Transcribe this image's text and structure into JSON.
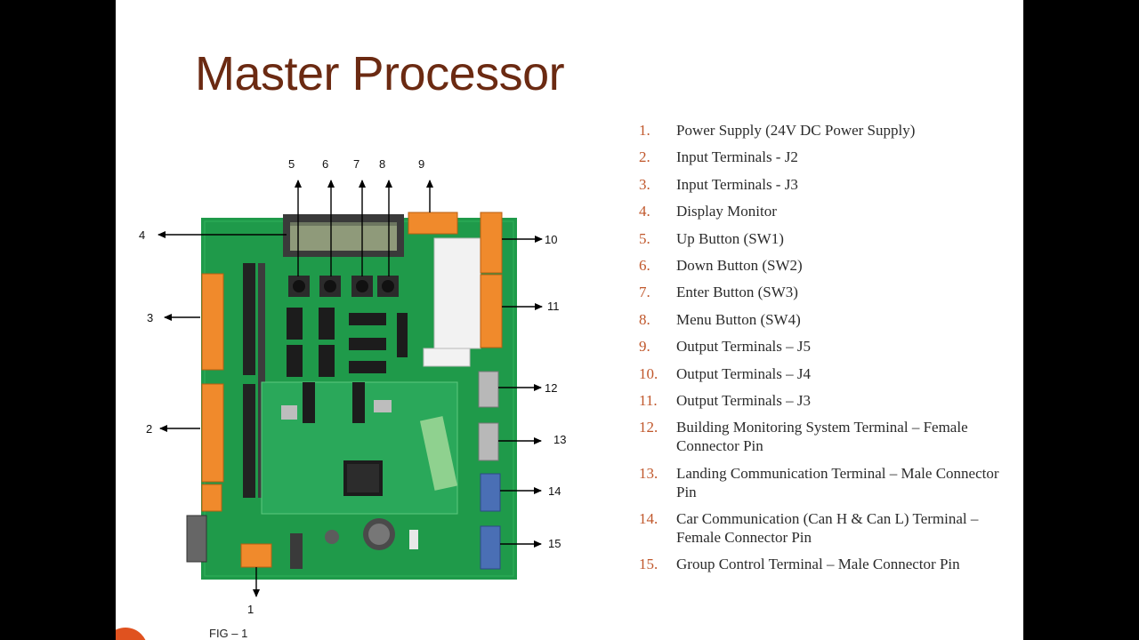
{
  "slide": {
    "title": "Master Processor",
    "figure_caption": "FIG – 1"
  },
  "diagram": {
    "callouts": [
      "1",
      "2",
      "3",
      "4",
      "5",
      "6",
      "7",
      "8",
      "9",
      "10",
      "11",
      "12",
      "13",
      "14",
      "15"
    ]
  },
  "legend": {
    "items": [
      {
        "number": "1.",
        "text": "Power Supply (24V DC Power Supply)"
      },
      {
        "number": "2.",
        "text": "Input Terminals - J2"
      },
      {
        "number": "3.",
        "text": "Input Terminals - J3"
      },
      {
        "number": "4.",
        "text": "Display Monitor"
      },
      {
        "number": "5.",
        "text": "Up Button (SW1)"
      },
      {
        "number": "6.",
        "text": "Down Button (SW2)"
      },
      {
        "number": "7.",
        "text": "Enter Button (SW3)"
      },
      {
        "number": "8.",
        "text": "Menu Button (SW4)"
      },
      {
        "number": "9.",
        "text": "Output Terminals – J5"
      },
      {
        "number": "10.",
        "text": "Output Terminals – J4"
      },
      {
        "number": "11.",
        "text": "Output Terminals – J3"
      },
      {
        "number": "12.",
        "text": "Building Monitoring System Terminal – Female Connector Pin"
      },
      {
        "number": "13.",
        "text": "Landing Communication Terminal – Male Connector Pin"
      },
      {
        "number": "14.",
        "text": "Car Communication (Can H & Can L) Terminal – Female Connector Pin"
      },
      {
        "number": "15.",
        "text": "Group Control Terminal – Male Connector Pin"
      }
    ]
  },
  "colors": {
    "title": "#6b2a12",
    "list_number": "#c0572b",
    "pcb_green": "#1f9a4a",
    "terminal_orange": "#f08a2c",
    "accent_circle": "#e0521f"
  }
}
